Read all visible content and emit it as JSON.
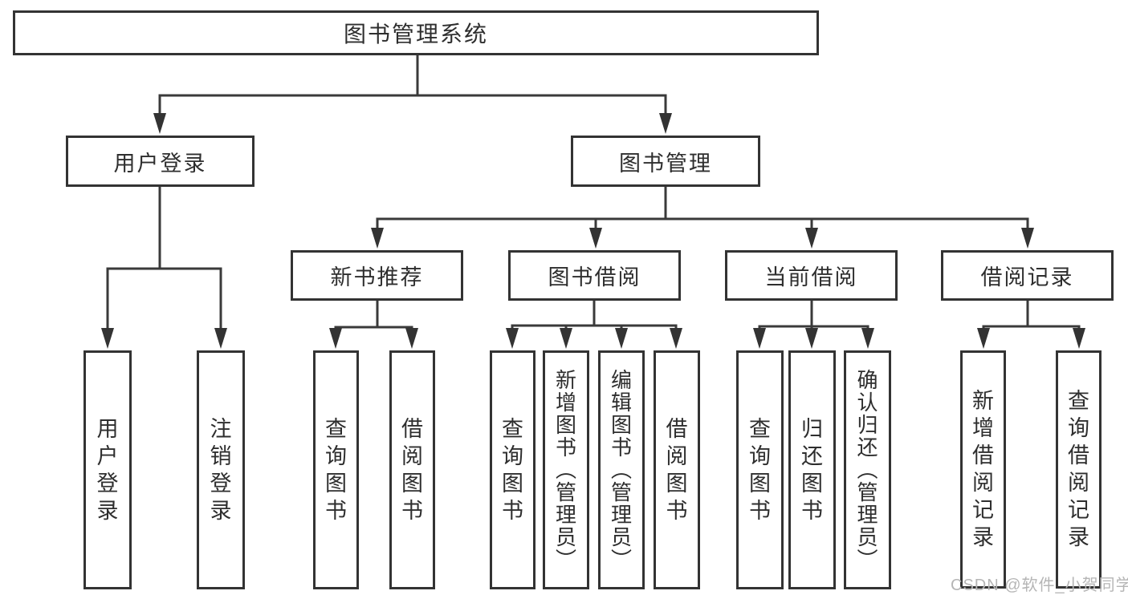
{
  "diagram_type": "hierarchy-tree",
  "colors": {
    "line": "#3a3a3a",
    "box_border": "#333333",
    "text": "#2e2e2e",
    "watermark_text_color": "#b5b5b5",
    "background": "#ffffff"
  },
  "tree": {
    "label": "图书管理系统",
    "children": [
      {
        "label": "用户登录",
        "children": [
          {
            "label": "用户登录"
          },
          {
            "label": "注销登录"
          }
        ]
      },
      {
        "label": "图书管理",
        "children": [
          {
            "label": "新书推荐",
            "children": [
              {
                "label": "查询图书"
              },
              {
                "label": "借阅图书"
              }
            ]
          },
          {
            "label": "图书借阅",
            "children": [
              {
                "label": "查询图书"
              },
              {
                "label": "新增图书（管理员）"
              },
              {
                "label": "编辑图书（管理员）"
              },
              {
                "label": "借阅图书"
              }
            ]
          },
          {
            "label": "当前借阅",
            "children": [
              {
                "label": "查询图书"
              },
              {
                "label": "归还图书"
              },
              {
                "label": "确认归还（管理员）"
              }
            ]
          },
          {
            "label": "借阅记录",
            "children": [
              {
                "label": "新增借阅记录"
              },
              {
                "label": "查询借阅记录"
              }
            ]
          }
        ]
      }
    ]
  },
  "watermark": {
    "text": "CSDN @软件_小贺同学"
  }
}
